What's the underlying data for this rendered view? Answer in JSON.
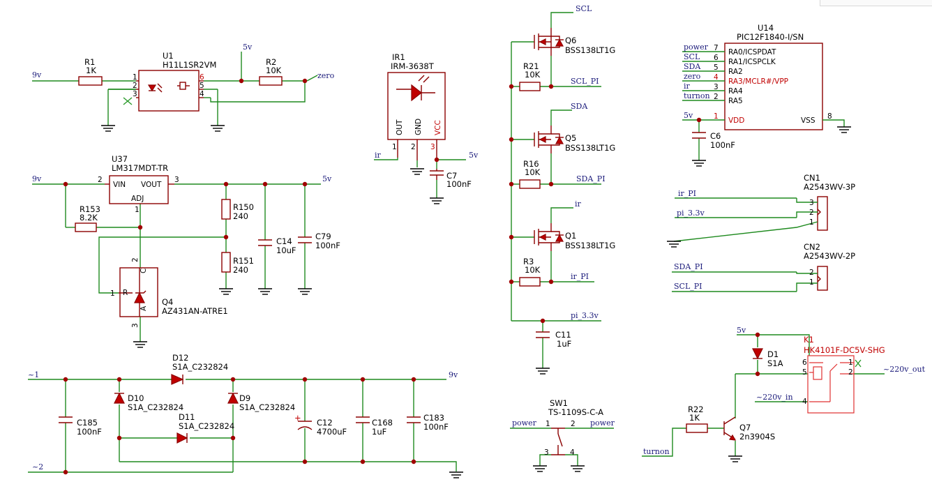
{
  "nets": {
    "n9v_a": "9v",
    "n5v_a": "5v",
    "zero": "zero",
    "ir": "ir",
    "n5v_ir": "5v",
    "n9v_b": "9v",
    "n5v_b": "5v",
    "ac1": "~1",
    "ac2": "~2",
    "n9v_c": "9v",
    "scl": "SCL",
    "scl_pi": "SCL_PI",
    "sda": "SDA",
    "sda_pi": "SDA_PI",
    "ir_q1": "ir",
    "ir_pi": "ir_PI",
    "pi33": "pi_3.3v",
    "u14_power": "power",
    "u14_scl": "SCL",
    "u14_sda": "SDA",
    "u14_zero": "zero",
    "u14_ir": "ir",
    "u14_turnon": "turnon",
    "u14_5v": "5v",
    "cn1_ir_pi": "ir_PI",
    "cn1_pi33": "pi_3.3v",
    "cn2_sda_pi": "SDA_PI",
    "cn2_scl_pi": "SCL_PI",
    "k1_5v": "5v",
    "ac220_out": "~220v_out",
    "ac220_in": "~220v_in",
    "turnon": "turnon",
    "sw_power_l": "power",
    "sw_power_r": "power"
  },
  "components": {
    "r1": {
      "ref": "R1",
      "value": "1K"
    },
    "u1": {
      "ref": "U1",
      "value": "H11L1SR2VM",
      "pins": [
        "1",
        "2",
        "3",
        "6",
        "5",
        "4"
      ]
    },
    "r2": {
      "ref": "R2",
      "value": "10K"
    },
    "ir1": {
      "ref": "IR1",
      "value": "IRM-3638T",
      "pin_names": [
        "OUT",
        "GND",
        "VCC"
      ],
      "pins": [
        "1",
        "2",
        "3"
      ]
    },
    "c7": {
      "ref": "C7",
      "value": "100nF"
    },
    "u37": {
      "ref": "U37",
      "value": "LM317MDT-TR",
      "pin_names": [
        "VIN",
        "VOUT",
        "ADJ"
      ],
      "pins": [
        "2",
        "3",
        "1"
      ]
    },
    "r153": {
      "ref": "R153",
      "value": "8.2K"
    },
    "r150": {
      "ref": "R150",
      "value": "240"
    },
    "r151": {
      "ref": "R151",
      "value": "240"
    },
    "c14": {
      "ref": "C14",
      "value": "10uF"
    },
    "c79": {
      "ref": "C79",
      "value": "100nF"
    },
    "q4": {
      "ref": "Q4",
      "value": "AZ431AN-ATRE1",
      "pin_names": [
        "R",
        "C",
        "A"
      ],
      "pins": [
        "1",
        "2",
        "3"
      ]
    },
    "d12": {
      "ref": "D12",
      "value": "S1A_C232824"
    },
    "d10": {
      "ref": "D10",
      "value": "S1A_C232824"
    },
    "d9": {
      "ref": "D9",
      "value": "S1A_C232824"
    },
    "d11": {
      "ref": "D11",
      "value": "S1A_C232824"
    },
    "c185": {
      "ref": "C185",
      "value": "100nF"
    },
    "c12": {
      "ref": "C12",
      "value": "4700uF",
      "pol": "+"
    },
    "c168": {
      "ref": "C168",
      "value": "1uF"
    },
    "c183": {
      "ref": "C183",
      "value": "100nF"
    },
    "q6": {
      "ref": "Q6",
      "value": "BSS138LT1G"
    },
    "r21": {
      "ref": "R21",
      "value": "10K"
    },
    "q5": {
      "ref": "Q5",
      "value": "BSS138LT1G"
    },
    "r16": {
      "ref": "R16",
      "value": "10K"
    },
    "q1": {
      "ref": "Q1",
      "value": "BSS138LT1G"
    },
    "r3": {
      "ref": "R3",
      "value": "10K"
    },
    "c11": {
      "ref": "C11",
      "value": "1uF"
    },
    "sw1": {
      "ref": "SW1",
      "value": "TS-1109S-C-A",
      "pins": [
        "1",
        "2",
        "3",
        "4"
      ]
    },
    "u14": {
      "ref": "U14",
      "value": "PIC12F1840-I/SN",
      "pin_names": [
        "RA0/ICSPDAT",
        "RA1/ICSPCLK",
        "RA2",
        "RA3/MCLR#/VPP",
        "RA4",
        "RA5",
        "VDD",
        "VSS"
      ],
      "pins": [
        "7",
        "6",
        "5",
        "4",
        "3",
        "2",
        "1",
        "8"
      ]
    },
    "c6": {
      "ref": "C6",
      "value": "100nF"
    },
    "cn1": {
      "ref": "CN1",
      "value": "A2543WV-3P",
      "pins": [
        "3",
        "2",
        "1"
      ]
    },
    "cn2": {
      "ref": "CN2",
      "value": "A2543WV-2P",
      "pins": [
        "2",
        "1"
      ]
    },
    "k1": {
      "ref": "K1",
      "value": "HK4101F-DC5V-SHG",
      "pins": [
        "6",
        "5",
        "4",
        "1",
        "2"
      ]
    },
    "d1": {
      "ref": "D1",
      "value": "S1A"
    },
    "r22": {
      "ref": "R22",
      "value": "1K"
    },
    "q7": {
      "ref": "Q7",
      "value": "2n3904S"
    }
  },
  "colors": {
    "wire": "#1e8a1e",
    "component": "#8b0000",
    "net_label": "#1a1a7a",
    "relay": "#e03030"
  }
}
